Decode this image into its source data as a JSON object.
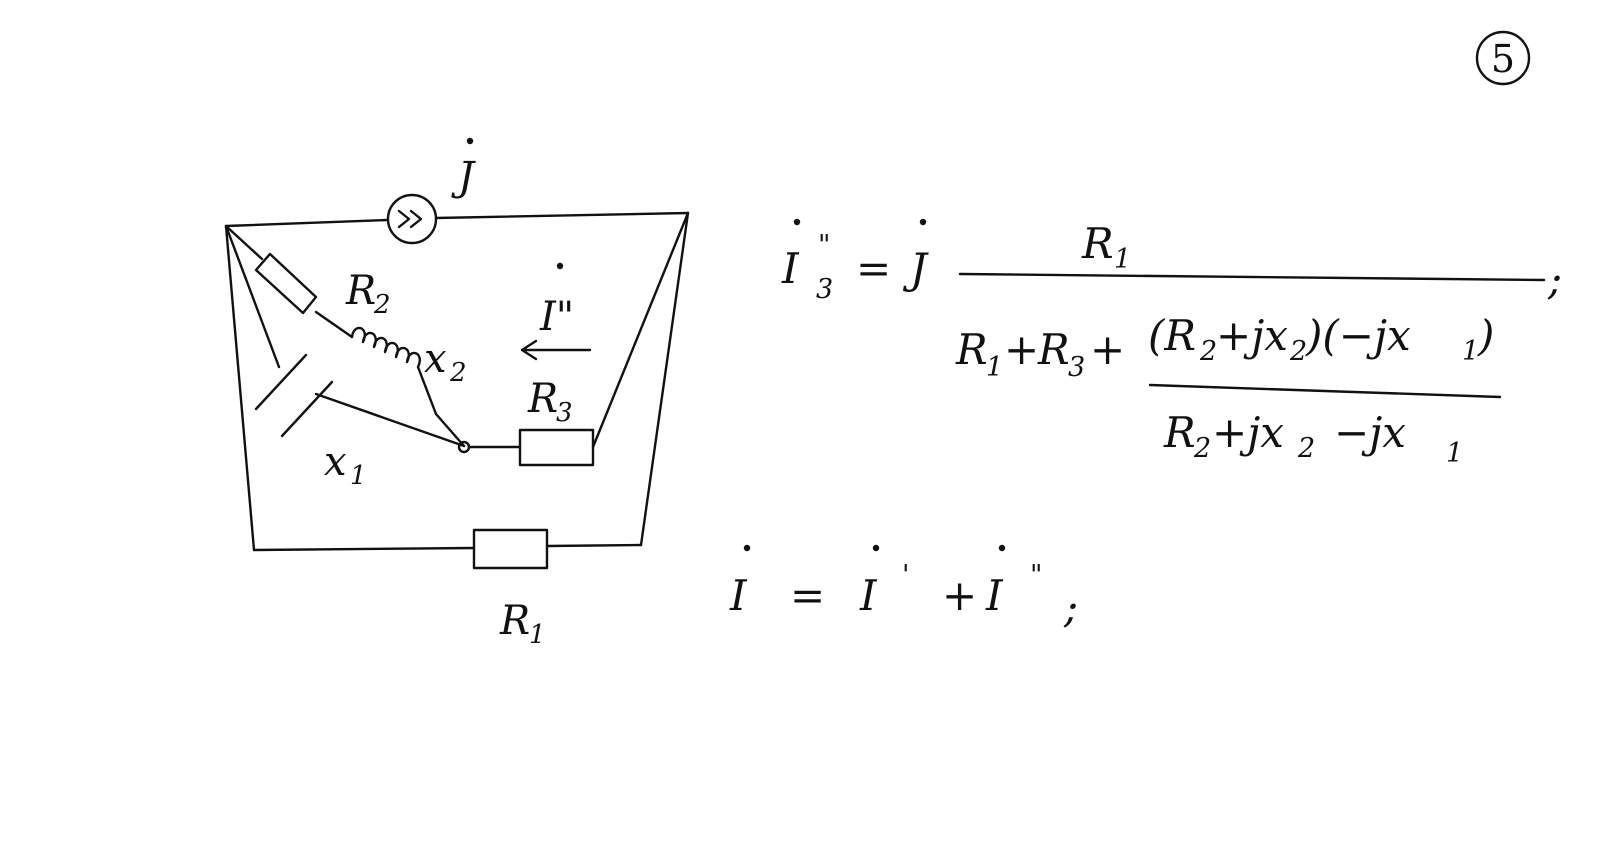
{
  "page_number": "5",
  "circuit": {
    "source_label": "J",
    "current_label": "I\"",
    "r1": "R",
    "r1_sub": "1",
    "r2": "R",
    "r2_sub": "2",
    "r3": "R",
    "r3_sub": "3",
    "x1": "x",
    "x1_sub": "1",
    "x2": "x",
    "x2_sub": "2"
  },
  "formula_1": {
    "lhs": "I",
    "lhs_sub": "3",
    "lhs_sup": "\"",
    "equals": "=",
    "factor": "J",
    "numerator": "R",
    "numerator_sub": "1",
    "den_a": "R",
    "den_a_sub": "1",
    "plus_1": "+",
    "den_b": "R",
    "den_b_sub": "3",
    "plus_2": "+",
    "inner_num_1": "(R",
    "inner_num_1_sub": "2",
    "inner_num_2": "+jx",
    "inner_num_2_sub": "2",
    "inner_num_3": ")(−jx",
    "inner_num_3_sub": "1",
    "inner_num_4": ")",
    "inner_den_1": "R",
    "inner_den_1_sub": "2",
    "inner_den_2": "+jx",
    "inner_den_2_sub": "2",
    "inner_den_3": "−jx",
    "inner_den_3_sub": "1",
    "end": ";"
  },
  "formula_2": {
    "lhs": "I",
    "equals": "=",
    "t1": "I",
    "t1_sup": "'",
    "plus": "+",
    "t2": "I",
    "t2_sup": "\"",
    "end": ";"
  }
}
